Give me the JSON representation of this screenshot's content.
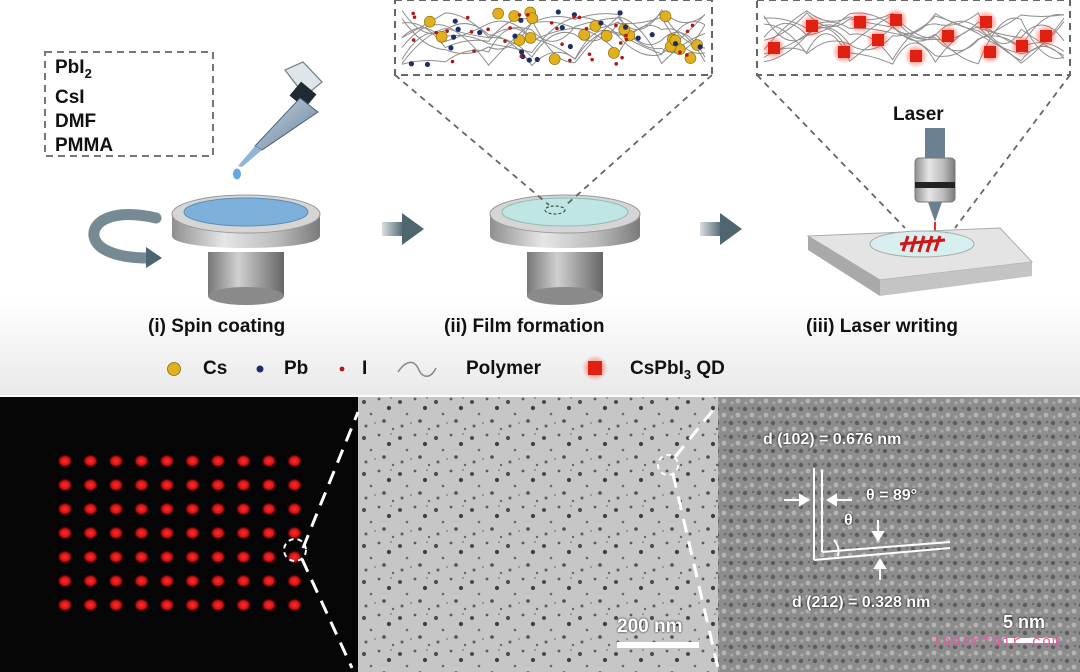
{
  "precursors": {
    "items": [
      "PbI",
      "CsI",
      "DMF",
      "PMMA"
    ],
    "pbi_subscript": "2"
  },
  "steps": [
    {
      "label": "(i) Spin coating"
    },
    {
      "label": "(ii) Film formation"
    },
    {
      "label": "(iii) Laser writing"
    }
  ],
  "laser_label": "Laser",
  "legend": {
    "cs": "Cs",
    "pb": "Pb",
    "i": "I",
    "polymer": "Polymer",
    "qd_prefix": "CsPbI",
    "qd_subscript": "3",
    "qd_suffix": " QD"
  },
  "colors": {
    "cs_atom": "#e0b020",
    "pb_atom": "#1c2f6a",
    "i_atom": "#b01818",
    "qd": "#e02010",
    "laser_spot": "#ff2a2a",
    "tem_background": "#c8c8c8",
    "hrtem_background": "#8a8a8a"
  },
  "tem": {
    "scale_bar": "200 nm"
  },
  "hrtem": {
    "d102": "d (102) = 0.676 nm",
    "theta_eq": "θ = 89°",
    "theta": "θ",
    "d212": "d (212) = 0.328 nm",
    "scale_bar": "5 nm"
  },
  "dot_array": {
    "rows": 7,
    "cols": 10
  },
  "watermark": "laserfair.com"
}
